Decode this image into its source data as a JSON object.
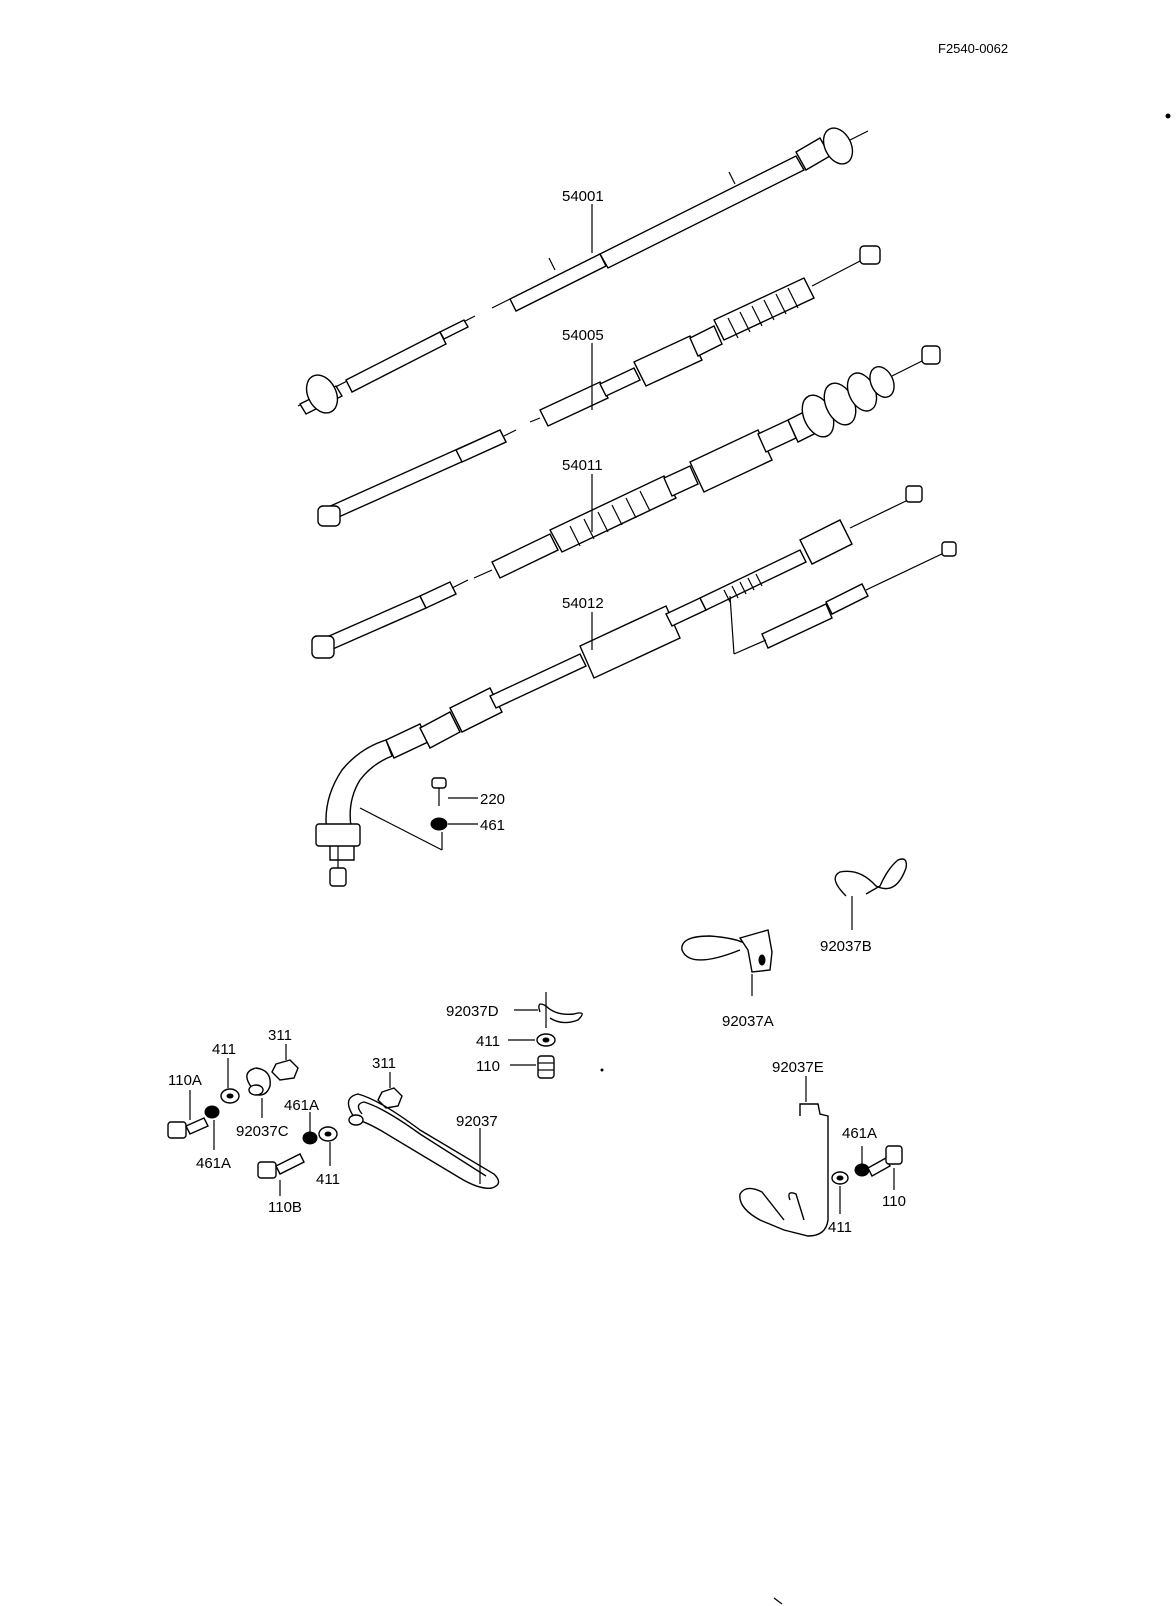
{
  "ref_code": "F2540-0062",
  "parts": {
    "speedometer_cable": "54001",
    "tachometer_cable": "54005",
    "clutch_cable": "54011",
    "throttle_cable": "54012",
    "screw_220": "220",
    "lockwasher_461": "461",
    "clamp_92037B": "92037B",
    "clamp_92037A": "92037A",
    "clamp_92037D": "92037D",
    "washer_411_center": "411",
    "bolt_110_center": "110",
    "nut_311_left": "311",
    "washer_411_left_top": "411",
    "bolt_110A": "110A",
    "lockwasher_461A_left": "461A",
    "clamp_92037C": "92037C",
    "lockwasher_461A_mid": "461A",
    "nut_311_mid": "311",
    "bolt_110B": "110B",
    "washer_411_mid": "411",
    "clamp_92037": "92037",
    "clamp_92037E": "92037E",
    "lockwasher_461A_right": "461A",
    "washer_411_right": "411",
    "bolt_110_right": "110"
  }
}
